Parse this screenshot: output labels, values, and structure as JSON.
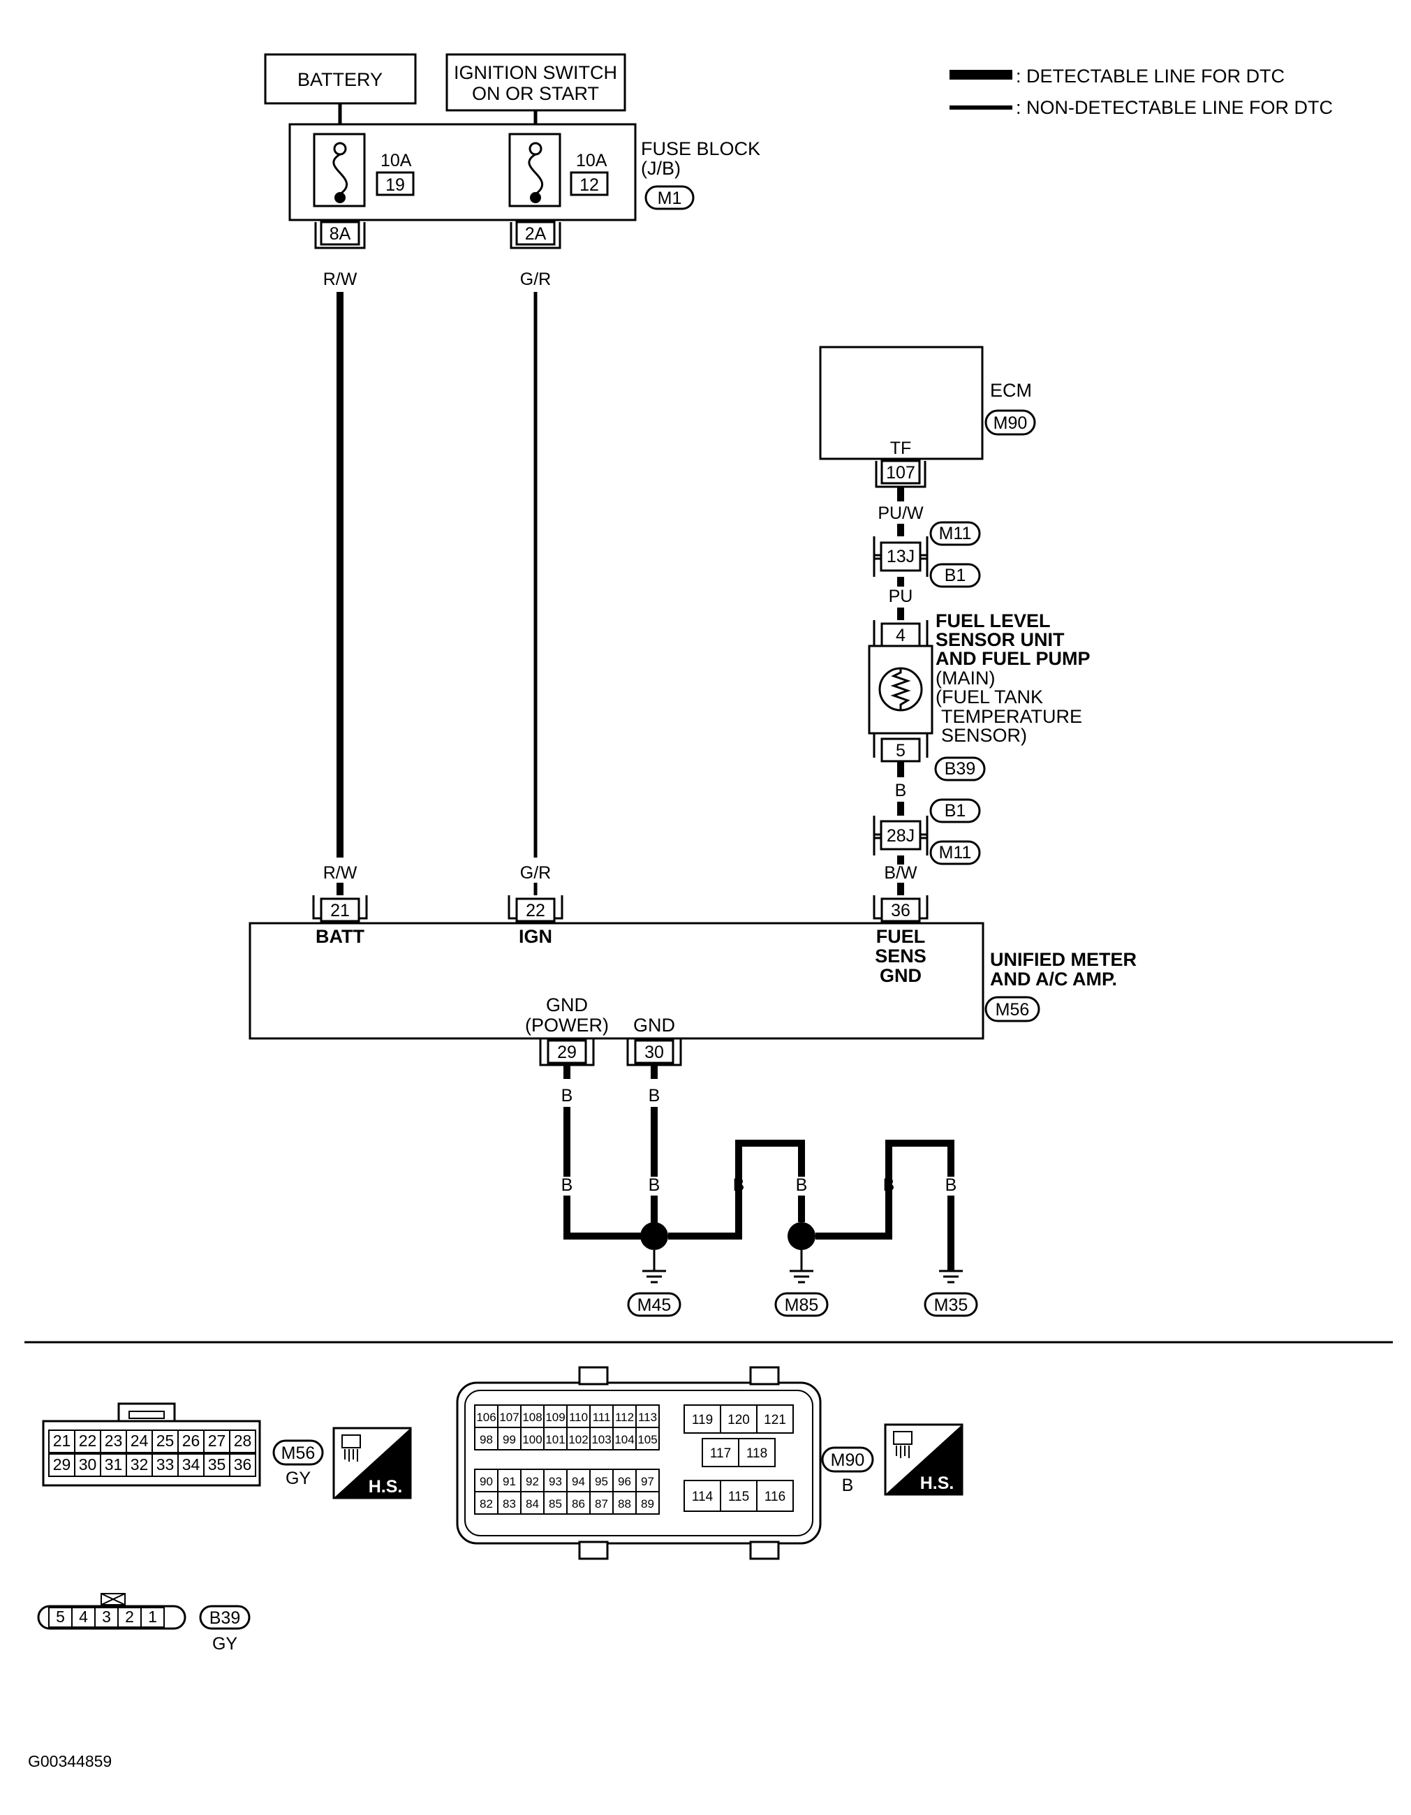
{
  "legend": {
    "detectable": ": DETECTABLE LINE FOR DTC",
    "non_detectable": ": NON-DETECTABLE LINE FOR DTC"
  },
  "components": {
    "battery": "BATTERY",
    "ignition_switch_l1": "IGNITION SWITCH",
    "ignition_switch_l2": "ON OR START",
    "fuse_block_l1": "FUSE BLOCK",
    "fuse_block_l2": "(J/B)",
    "fuse_block_conn": "M1",
    "fuse_a_rating": "10A",
    "fuse_a_number": "19",
    "fuse_b_rating": "10A",
    "fuse_b_number": "12",
    "fuse_a_terminal": "8A",
    "fuse_b_terminal": "2A",
    "ecm": "ECM",
    "ecm_conn": "M90",
    "ecm_terminal_label": "TF",
    "ecm_terminal_pin": "107",
    "sensor_l1": "FUEL LEVEL",
    "sensor_l2": "SENSOR UNIT",
    "sensor_l3": "AND FUEL PUMP",
    "sensor_l4": "(MAIN)",
    "sensor_l5": "(FUEL TANK",
    "sensor_l6": "TEMPERATURE",
    "sensor_l7": "SENSOR)",
    "sensor_pin_top": "4",
    "sensor_pin_bottom": "5",
    "sensor_conn": "B39",
    "meter_l1": "UNIFIED METER",
    "meter_l2": "AND A/C AMP.",
    "meter_conn": "M56"
  },
  "wires": {
    "rw_top": "R/W",
    "gr_top": "G/R",
    "rw_bottom": "R/W",
    "gr_bottom": "G/R",
    "puw": "PU/W",
    "pu": "PU",
    "b_sensor": "B",
    "bw": "B/W",
    "b_gnd_29_upper": "B",
    "b_gnd_30_upper": "B",
    "b_gnd_29_lower": "B",
    "b_gnd_30_lower": "B",
    "b_m85_left": "B",
    "b_m85_right": "B",
    "b_m35_left": "B",
    "b_m35_right": "B"
  },
  "joints": {
    "j13_pin": "13J",
    "j13_conn_upper": "M11",
    "j13_conn_lower": "B1",
    "j28_pin": "28J",
    "j28_conn_upper": "B1",
    "j28_conn_lower": "M11"
  },
  "meter_terminals": {
    "batt_pin": "21",
    "batt_label": "BATT",
    "ign_pin": "22",
    "ign_label": "IGN",
    "fuel_pin": "36",
    "fuel_label_l1": "FUEL",
    "fuel_label_l2": "SENS",
    "fuel_label_l3": "GND",
    "gnd_power_l1": "GND",
    "gnd_power_l2": "(POWER)",
    "gnd_power_pin": "29",
    "gnd_pin_label": "GND",
    "gnd_pin": "30"
  },
  "grounds": {
    "m45": "M45",
    "m85": "M85",
    "m35": "M35"
  },
  "connector_views": {
    "m56": {
      "name": "M56",
      "color": "GY",
      "badge": "H.S.",
      "row1": [
        "21",
        "22",
        "23",
        "24",
        "25",
        "26",
        "27",
        "28"
      ],
      "row2": [
        "29",
        "30",
        "31",
        "32",
        "33",
        "34",
        "35",
        "36"
      ]
    },
    "m90": {
      "name": "M90",
      "color": "B",
      "badge": "H.S.",
      "top_left_row1": [
        "106",
        "107",
        "108",
        "109",
        "110",
        "111",
        "112",
        "113"
      ],
      "top_left_row2": [
        "98",
        "99",
        "100",
        "101",
        "102",
        "103",
        "104",
        "105"
      ],
      "bottom_left_row1": [
        "90",
        "91",
        "92",
        "93",
        "94",
        "95",
        "96",
        "97"
      ],
      "bottom_left_row2": [
        "82",
        "83",
        "84",
        "85",
        "86",
        "87",
        "88",
        "89"
      ],
      "right_row1": [
        "119",
        "120",
        "121"
      ],
      "right_row2": [
        "117",
        "118"
      ],
      "right_row3": [
        "114",
        "115",
        "116"
      ]
    },
    "b39": {
      "name": "B39",
      "color": "GY",
      "pins": [
        "5",
        "4",
        "3",
        "2",
        "1"
      ]
    }
  },
  "footer_code": "G00344859"
}
